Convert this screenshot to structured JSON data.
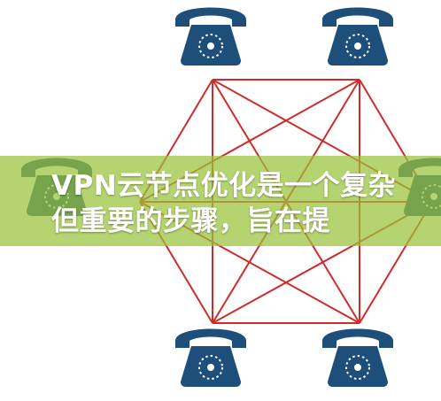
{
  "diagram": {
    "line_color": "#d02b2b",
    "phone_color": "#1d4f7a",
    "phone_accent": "#ffffff",
    "nodes": [
      {
        "id": "n1",
        "icon": "telephone-icon"
      },
      {
        "id": "n2",
        "icon": "telephone-icon"
      },
      {
        "id": "n3",
        "icon": "telephone-icon"
      },
      {
        "id": "n4",
        "icon": "telephone-icon"
      },
      {
        "id": "n5",
        "icon": "telephone-icon"
      },
      {
        "id": "n6",
        "icon": "telephone-icon"
      }
    ]
  },
  "banner": {
    "text": "VPN云节点优化是一个复杂但重要的步骤，旨在提",
    "background": "#98c43a"
  }
}
